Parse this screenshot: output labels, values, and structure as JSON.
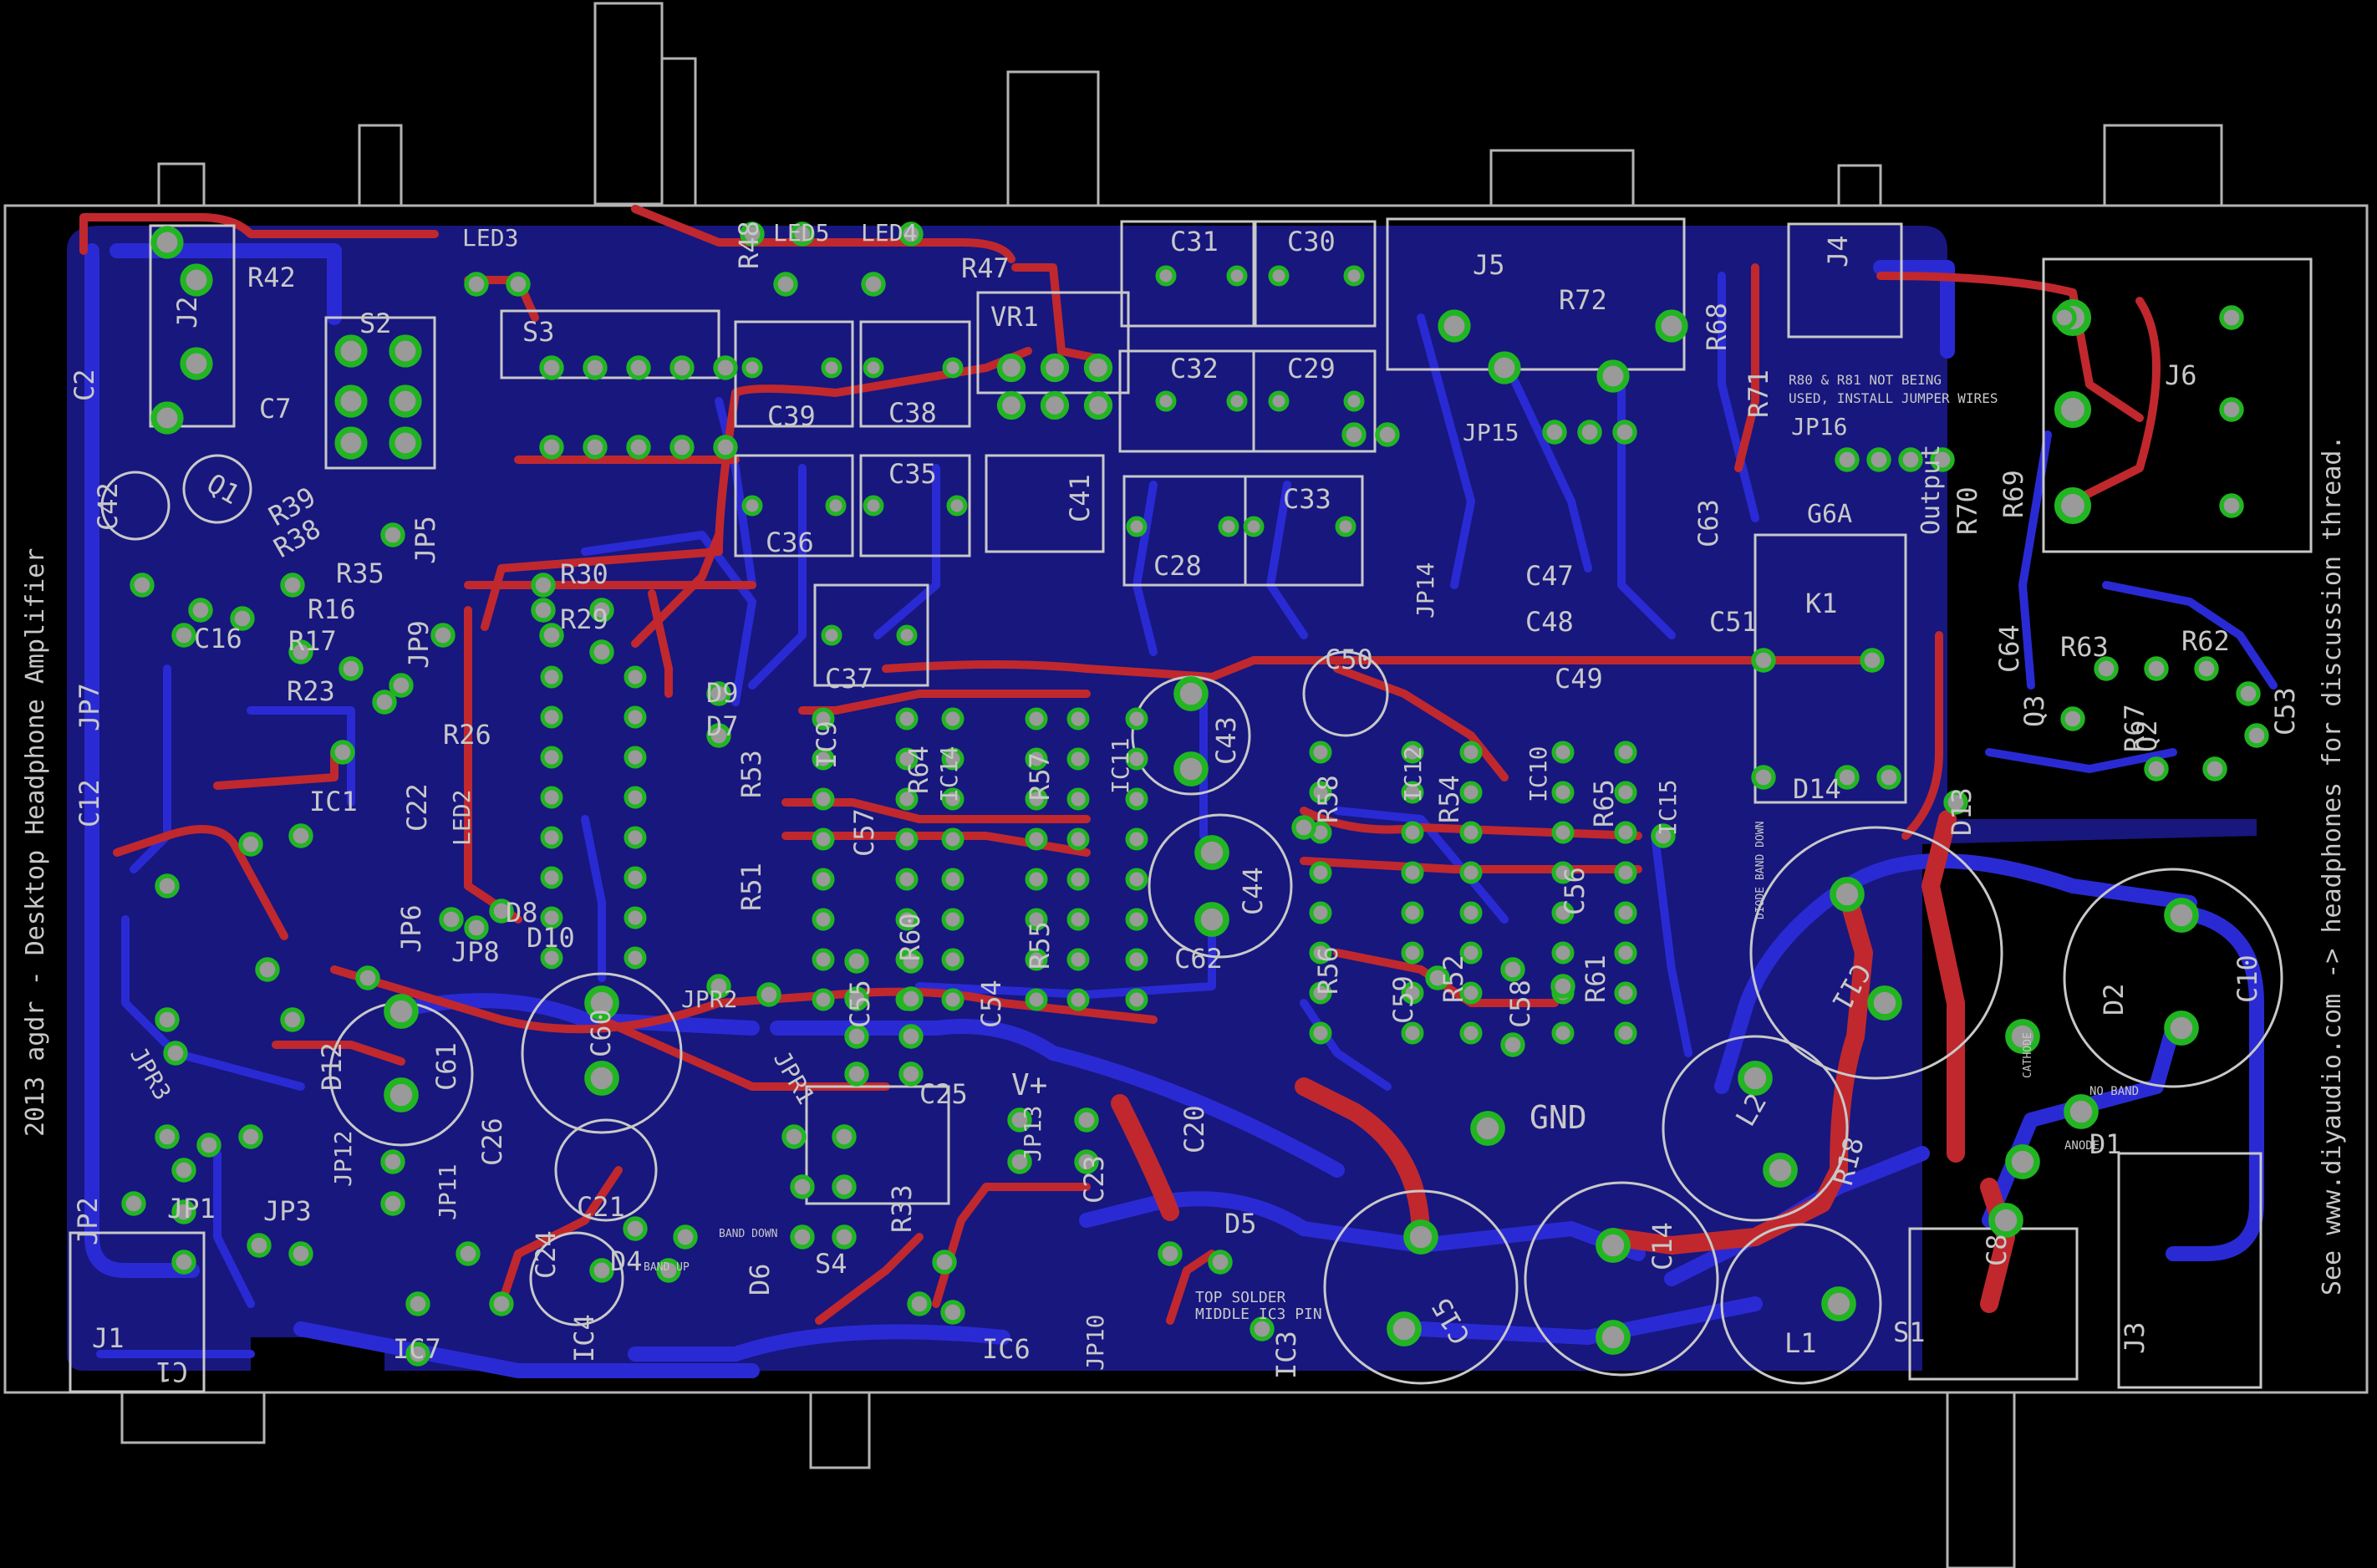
{
  "title_line": "2013 agdr - Desktop Headphone Amplifier",
  "side_note": "See www.diyaudio.com -> headphones for discussion thread.",
  "board_notes": {
    "gnd": "GND",
    "vplus": "V+",
    "output": "Output",
    "r80_note_1": "R80 & R81 NOT BEING",
    "r80_note_2": "USED, INSTALL JUMPER WIRES",
    "top_solder_1": "TOP SOLDER",
    "top_solder_2": "MIDDLE IC3 PIN",
    "g6a": "G6A",
    "band_up": "BAND UP",
    "band_down": "BAND DOWN",
    "diode_band_down": "DIODE BAND DOWN",
    "no_band": "NO BAND",
    "cathode": "CATHODE",
    "anode": "ANODE"
  },
  "colors": {
    "background": "#000000",
    "bottom_copper": "#2a2ad4",
    "bottom_pour": "#1a1a8c",
    "top_copper": "#c0282e",
    "pad": "#22b522",
    "silk": "#c8c8c8",
    "outline": "#b4b4b4"
  },
  "labels": {
    "J1": "J1",
    "J2": "J2",
    "J3": "J3",
    "J4": "J4",
    "J5": "J5",
    "J6": "J6",
    "S1": "S1",
    "S2": "S2",
    "S3": "S3",
    "S4": "S4",
    "LED2": "LED2",
    "LED3": "LED3",
    "LED4": "LED4",
    "LED5": "LED5",
    "VR1": "VR1",
    "K1": "K1",
    "L1": "L1",
    "L2": "L2",
    "IC1": "IC1",
    "IC3": "IC3",
    "IC4": "IC4",
    "IC6": "IC6",
    "IC7": "IC7",
    "IC9": "IC9",
    "IC10": "IC10",
    "IC11": "IC11",
    "IC12": "IC12",
    "IC14": "IC14",
    "IC15": "IC15",
    "C1": "C1",
    "C2": "C2",
    "C7": "C7",
    "C8": "C8",
    "C10": "C10",
    "C11": "C11",
    "C12": "C12",
    "C14": "C14",
    "C15": "C15",
    "C16": "C16",
    "C20": "C20",
    "C21": "C21",
    "C22": "C22",
    "C23": "C23",
    "C24": "C24",
    "C25": "C25",
    "C26": "C26",
    "C28": "C28",
    "C29": "C29",
    "C30": "C30",
    "C31": "C31",
    "C32": "C32",
    "C33": "C33",
    "C35": "C35",
    "C36": "C36",
    "C37": "C37",
    "C38": "C38",
    "C39": "C39",
    "C41": "C41",
    "C42": "C42",
    "C43": "C43",
    "C44": "C44",
    "C47": "C47",
    "C48": "C48",
    "C49": "C49",
    "C50": "C50",
    "C51": "C51",
    "C53": "C53",
    "C54": "C54",
    "C55": "C55",
    "C56": "C56",
    "C57": "C57",
    "C58": "C58",
    "C59": "C59",
    "C60": "C60",
    "C61": "C61",
    "C62": "C62",
    "C63": "C63",
    "C64": "C64",
    "R16": "R16",
    "R17": "R17",
    "R18": "R18",
    "R23": "R23",
    "R26": "R26",
    "R29": "R29",
    "R30": "R30",
    "R33": "R33",
    "R35": "R35",
    "R38": "R38",
    "R39": "R39",
    "R42": "R42",
    "R47": "R47",
    "R48": "R48",
    "R51": "R51",
    "R52": "R52",
    "R53": "R53",
    "R54": "R54",
    "R55": "R55",
    "R56": "R56",
    "R57": "R57",
    "R58": "R58",
    "R60": "R60",
    "R61": "R61",
    "R62": "R62",
    "R63": "R63",
    "R64": "R64",
    "R65": "R65",
    "R67": "R67",
    "R68": "R68",
    "R69": "R69",
    "R70": "R70",
    "R71": "R71",
    "R72": "R72",
    "D1": "D1",
    "D2": "D2",
    "D4": "D4",
    "D5": "D5",
    "D6": "D6",
    "D7": "D7",
    "D8": "D8",
    "D9": "D9",
    "D10": "D10",
    "D12": "D12",
    "D13": "D13",
    "D14": "D14",
    "Q1": "Q1",
    "Q2": "Q2",
    "Q3": "Q3",
    "JP1": "JP1",
    "JP2": "JP2",
    "JP3": "JP3",
    "JP5": "JP5",
    "JP6": "JP6",
    "JP7": "JP7",
    "JP8": "JP8",
    "JP9": "JP9",
    "JP10": "JP10",
    "JP11": "JP11",
    "JP12": "JP12",
    "JP13": "JP13",
    "JP14": "JP14",
    "JP15": "JP15",
    "JP16": "JP16",
    "JPR1": "JPR1",
    "JPR2": "JPR2",
    "JPR3": "JPR3"
  }
}
